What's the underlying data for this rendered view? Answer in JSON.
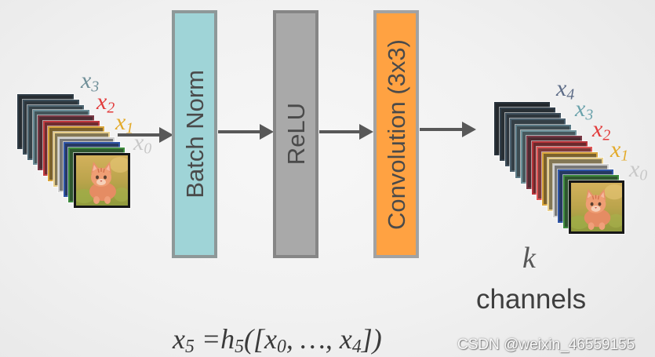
{
  "diagram": {
    "input_stack": {
      "labels": [
        {
          "base": "x",
          "sub": "3",
          "color": "#6f8f98"
        },
        {
          "base": "x",
          "sub": "2",
          "color": "#e23b3b"
        },
        {
          "base": "x",
          "sub": "1",
          "color": "#e3aa2a"
        },
        {
          "base": "x",
          "sub": "0",
          "color": "#c8c8c8"
        }
      ],
      "layer_colors": [
        "#2f3c46",
        "#3d4f5b",
        "#4e6672",
        "#6a8d97",
        "#7b3946",
        "#c23a40",
        "#d8a43a",
        "#e8cf8c",
        "#d2d2d2",
        "#2e54a6",
        "#3d8b3d"
      ],
      "front_image_icon": "cat-photo-icon"
    },
    "blocks": [
      {
        "label": "Batch Norm",
        "fill": "#9fd4d7",
        "border": "#8e9898"
      },
      {
        "label": "ReLU",
        "fill": "#a9a9a9",
        "border": "#868686"
      },
      {
        "label": "Convolution (3x3)",
        "fill": "#ffa242",
        "border": "#a2a2a2"
      }
    ],
    "arrow_color": "#585858",
    "output_stack": {
      "labels": [
        {
          "base": "x",
          "sub": "4",
          "color": "#5c6b86"
        },
        {
          "base": "x",
          "sub": "3",
          "color": "#6aa2ab"
        },
        {
          "base": "x",
          "sub": "2",
          "color": "#e23b3b"
        },
        {
          "base": "x",
          "sub": "1",
          "color": "#e3aa2a"
        },
        {
          "base": "x",
          "sub": "0",
          "color": "#c8c8c8"
        }
      ],
      "layer_colors": [
        "#28323b",
        "#323f4a",
        "#3d4e5b",
        "#4a5f6d",
        "#5b7a86",
        "#6d929b",
        "#7b3946",
        "#b8343a",
        "#df5656",
        "#d8a43a",
        "#e8cf8c",
        "#d2d2d2",
        "#2e54a6",
        "#3d8b3d"
      ],
      "front_image_icon": "cat-photo-icon"
    },
    "growth": {
      "symbol": "k",
      "text": "channels"
    },
    "formula": [
      {
        "text": "x",
        "sub": "5"
      },
      {
        "text": " =h",
        "sub": "5"
      },
      {
        "text": "([x",
        "sub": "0"
      },
      {
        "text": ", …, x",
        "sub": "4"
      },
      {
        "text": "])"
      }
    ]
  },
  "watermark": {
    "text": "CSDN @weixin_46559155"
  }
}
